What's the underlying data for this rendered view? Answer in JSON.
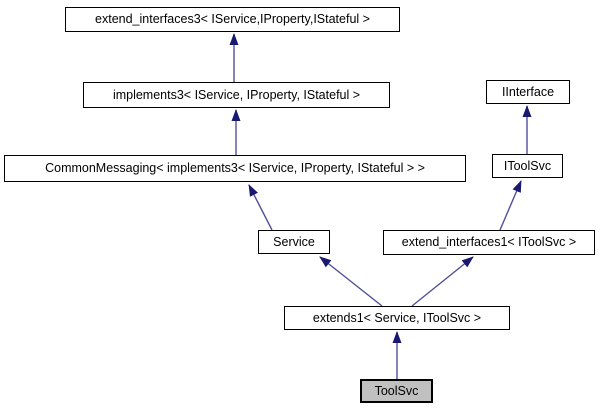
{
  "diagram_type": "class-inheritance-graph",
  "colors": {
    "background": "#ffffff",
    "node_fill": "#ffffff",
    "node_border": "#000000",
    "selected_node_fill": "#c0c0c0",
    "arrow_shaft": "#50509b",
    "arrow_head": "#191970"
  },
  "nodes": [
    {
      "id": "n0",
      "label": "extend_interfaces3< IService,IProperty,IStateful >",
      "selected": false
    },
    {
      "id": "n1",
      "label": "implements3< IService, IProperty, IStateful >",
      "selected": false
    },
    {
      "id": "n2",
      "label": "CommonMessaging< implements3< IService, IProperty, IStateful > >",
      "selected": false
    },
    {
      "id": "n3",
      "label": "IInterface",
      "selected": false
    },
    {
      "id": "n4",
      "label": "IToolSvc",
      "selected": false
    },
    {
      "id": "n5",
      "label": "Service",
      "selected": false
    },
    {
      "id": "n6",
      "label": "extend_interfaces1< IToolSvc >",
      "selected": false
    },
    {
      "id": "n7",
      "label": "extends1< Service, IToolSvc >",
      "selected": false
    },
    {
      "id": "n8",
      "label": "ToolSvc",
      "selected": true
    }
  ],
  "edges": [
    {
      "derived": "n1",
      "base": "n0",
      "relation": "public inheritance"
    },
    {
      "derived": "n2",
      "base": "n1",
      "relation": "public inheritance"
    },
    {
      "derived": "n5",
      "base": "n2",
      "relation": "public inheritance"
    },
    {
      "derived": "n4",
      "base": "n3",
      "relation": "public inheritance"
    },
    {
      "derived": "n6",
      "base": "n4",
      "relation": "public inheritance"
    },
    {
      "derived": "n7",
      "base": "n5",
      "relation": "public inheritance"
    },
    {
      "derived": "n7",
      "base": "n6",
      "relation": "public inheritance"
    },
    {
      "derived": "n8",
      "base": "n7",
      "relation": "public inheritance"
    }
  ]
}
